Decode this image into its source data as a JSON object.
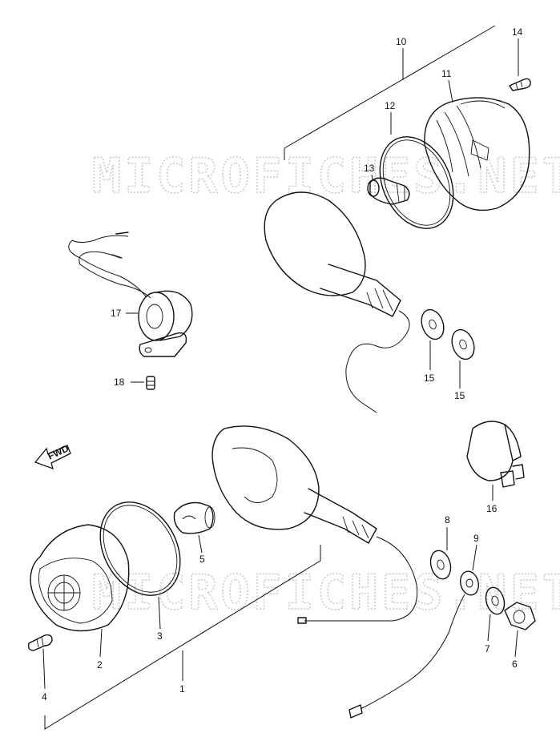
{
  "watermark": "MICROFICHES.NET",
  "fwd_label": "FWD",
  "callouts": {
    "c1": "1",
    "c2": "2",
    "c3": "3",
    "c4": "4",
    "c5": "5",
    "c6": "6",
    "c7": "7",
    "c8": "8",
    "c9": "9",
    "c10": "10",
    "c11": "11",
    "c12": "12",
    "c13": "13",
    "c14": "14",
    "c15a": "15",
    "c15b": "15",
    "c16": "16",
    "c17": "17",
    "c18": "18"
  }
}
